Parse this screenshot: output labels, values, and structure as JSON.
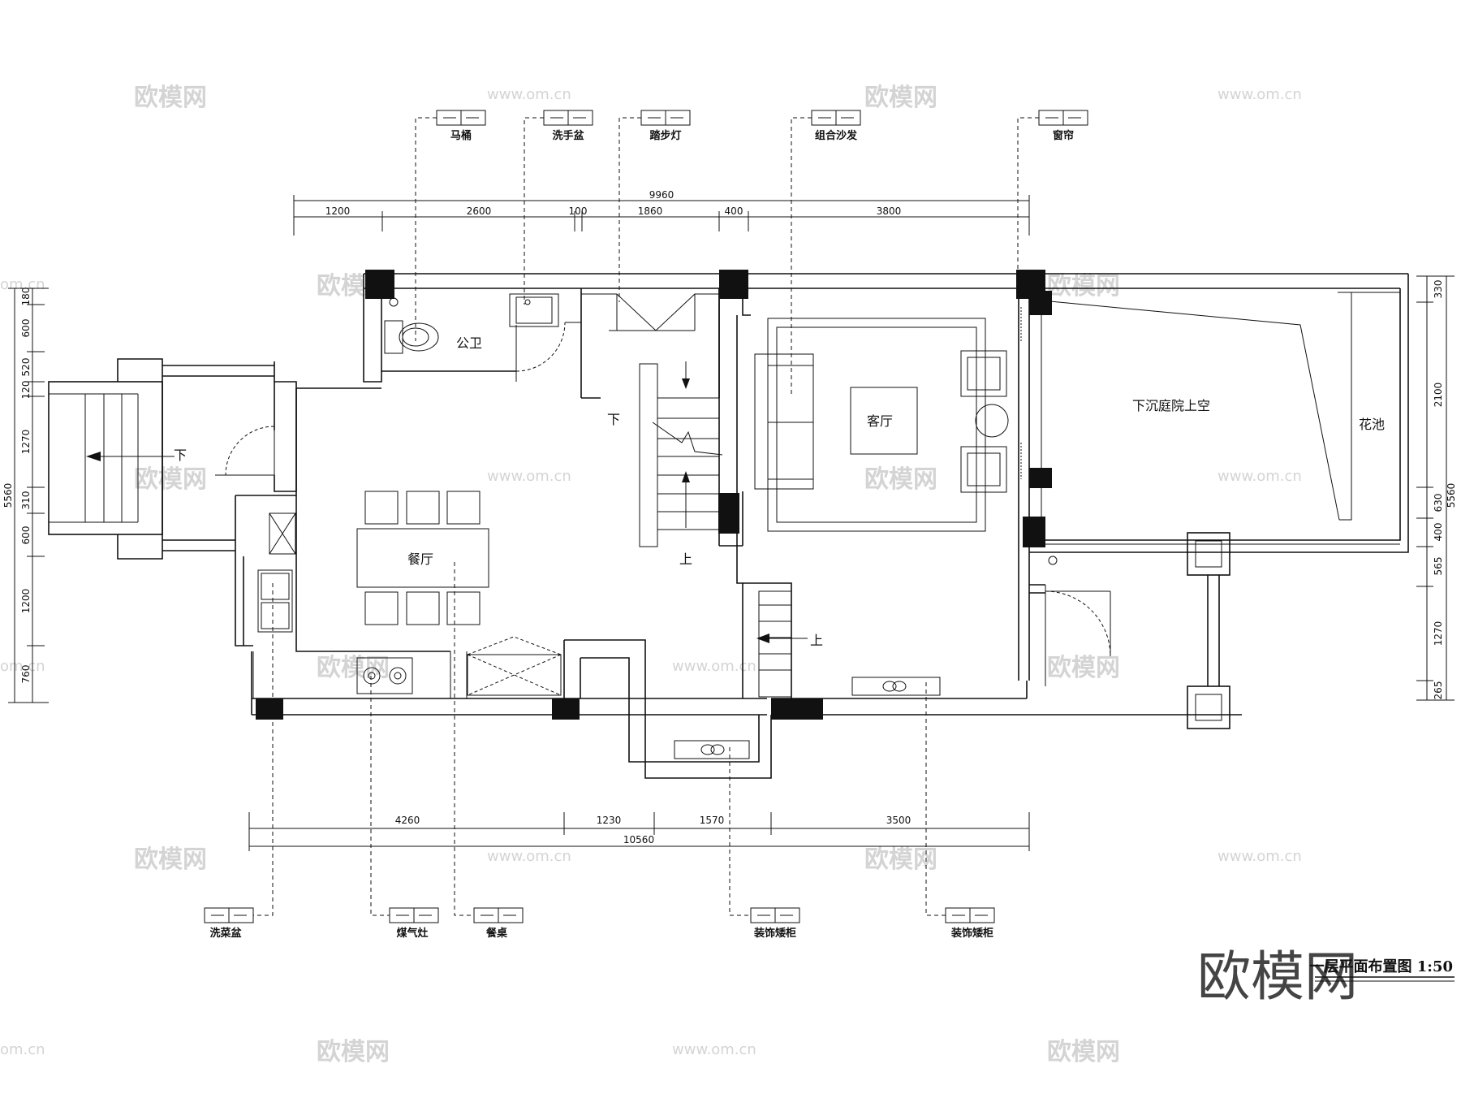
{
  "drawing_title": "一层平面布置图 1:50",
  "brand_mark": "欧模网",
  "watermark_url": "www.om.cn",
  "watermark_short": "om.cn",
  "rooms": {
    "public_wc": "公卫",
    "living_room": "客厅",
    "dining_room": "餐厅",
    "sunken_courtyard": "下沉庭院上空",
    "flower_bed": "花池"
  },
  "stair_labels": {
    "down_left": "下",
    "down_stair": "下",
    "up_stair": "上",
    "up_lower": "上"
  },
  "top_tags": [
    "马桶",
    "洗手盆",
    "踏步灯",
    "组合沙发",
    "窗帘"
  ],
  "bottom_tags": [
    "洗菜盆",
    "煤气灶",
    "餐桌",
    "装饰矮柜",
    "装饰矮柜"
  ],
  "dims_top": {
    "total": "9960",
    "segments": [
      "1200",
      "2600",
      "100",
      "1860",
      "400",
      "3800"
    ]
  },
  "dims_bottom": {
    "total": "10560",
    "segments": [
      "4260",
      "1230",
      "1570",
      "3500"
    ]
  },
  "dims_left": {
    "total": "5560",
    "segments": [
      "180",
      "600",
      "520",
      "120",
      "1270",
      "310",
      "600",
      "1200",
      "760"
    ]
  },
  "dims_right": {
    "total": "5560",
    "segments": [
      "330",
      "2100",
      "630",
      "400",
      "565",
      "1270",
      "265"
    ]
  }
}
